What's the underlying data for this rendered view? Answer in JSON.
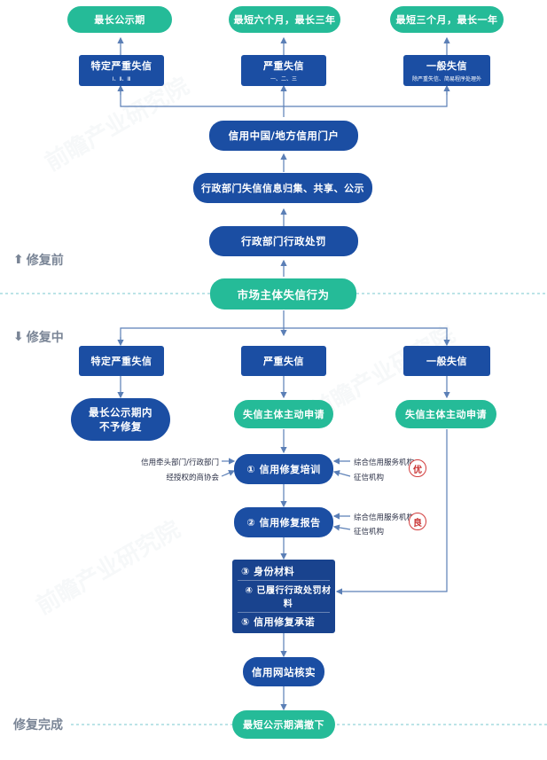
{
  "watermark": "前瞻产业研究院",
  "stages": {
    "before": "修复前",
    "during": "修复中",
    "done": "修复完成"
  },
  "top": {
    "periods": [
      "最长公示期",
      "最短六个月，最长三年",
      "最短三个月，最长一年"
    ],
    "categories": [
      {
        "title": "特定严重失信",
        "sub": "Ⅰ、Ⅱ、Ⅲ"
      },
      {
        "title": "严重失信",
        "sub": "一、二、三"
      },
      {
        "title": "一般失信",
        "sub": "除严重失信、简易程序处理外"
      }
    ],
    "portal": "信用中国/地方信用门户",
    "collect": "行政部门失信信息归集、共享、公示",
    "penalty": "行政部门行政处罚"
  },
  "center": "市场主体失信行为",
  "bottom": {
    "categories": [
      "特定严重失信",
      "严重失信",
      "一般失信"
    ],
    "no_repair": [
      "最长公示期内",
      "不予修复"
    ],
    "apply": [
      "失信主体主动申请",
      "失信主体主动申请"
    ],
    "training": "① 信用修复培训",
    "report": "② 信用修复报告",
    "materials": [
      "③  身份材料",
      "④  已履行行政处罚材料",
      "⑤  信用修复承诺"
    ],
    "verify": "信用网站核实",
    "final": "最短公示期满撤下",
    "left_notes": [
      "信用牵头部门/行政部门",
      "经授权的商协会"
    ],
    "right_notes_training": [
      "综合信用服务机构",
      "征信机构"
    ],
    "right_notes_report": [
      "综合信用服务机构",
      "征信机构"
    ],
    "badges": [
      "优",
      "良"
    ]
  },
  "colors": {
    "green": "#25bb98",
    "navy": "#1b4ea3",
    "line": "#5b7fb6",
    "dashed": "#79c8cf"
  }
}
